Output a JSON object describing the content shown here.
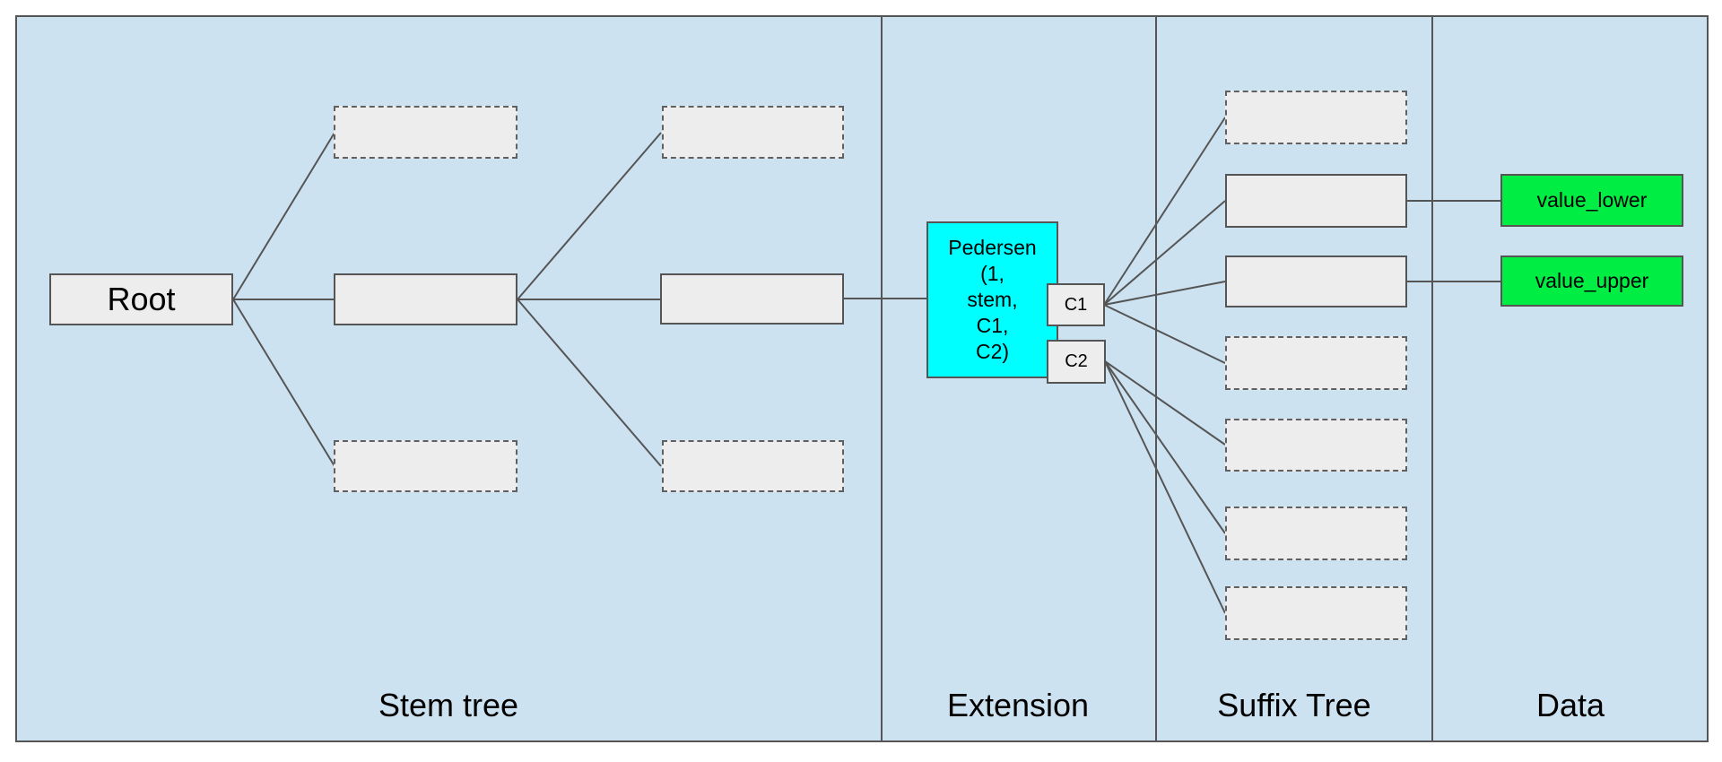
{
  "diagram": {
    "sections": [
      {
        "label": "Stem tree"
      },
      {
        "label": "Extension"
      },
      {
        "label": "Suffix Tree"
      },
      {
        "label": "Data"
      }
    ],
    "nodes": {
      "root": {
        "label": "Root"
      },
      "pedersen": {
        "label": "Pedersen\n(1,\nstem,\nC1,\nC2)"
      },
      "c1": {
        "label": "C1"
      },
      "c2": {
        "label": "C2"
      },
      "value_lower": {
        "label": "value_lower"
      },
      "value_upper": {
        "label": "value_upper"
      }
    },
    "colors": {
      "panel_background": "#cde2f1",
      "node_fill": "#ededed",
      "node_border": "#555555",
      "extension_node_fill": "#00ffff",
      "data_node_fill": "#00ee44",
      "text": "#000000"
    }
  }
}
